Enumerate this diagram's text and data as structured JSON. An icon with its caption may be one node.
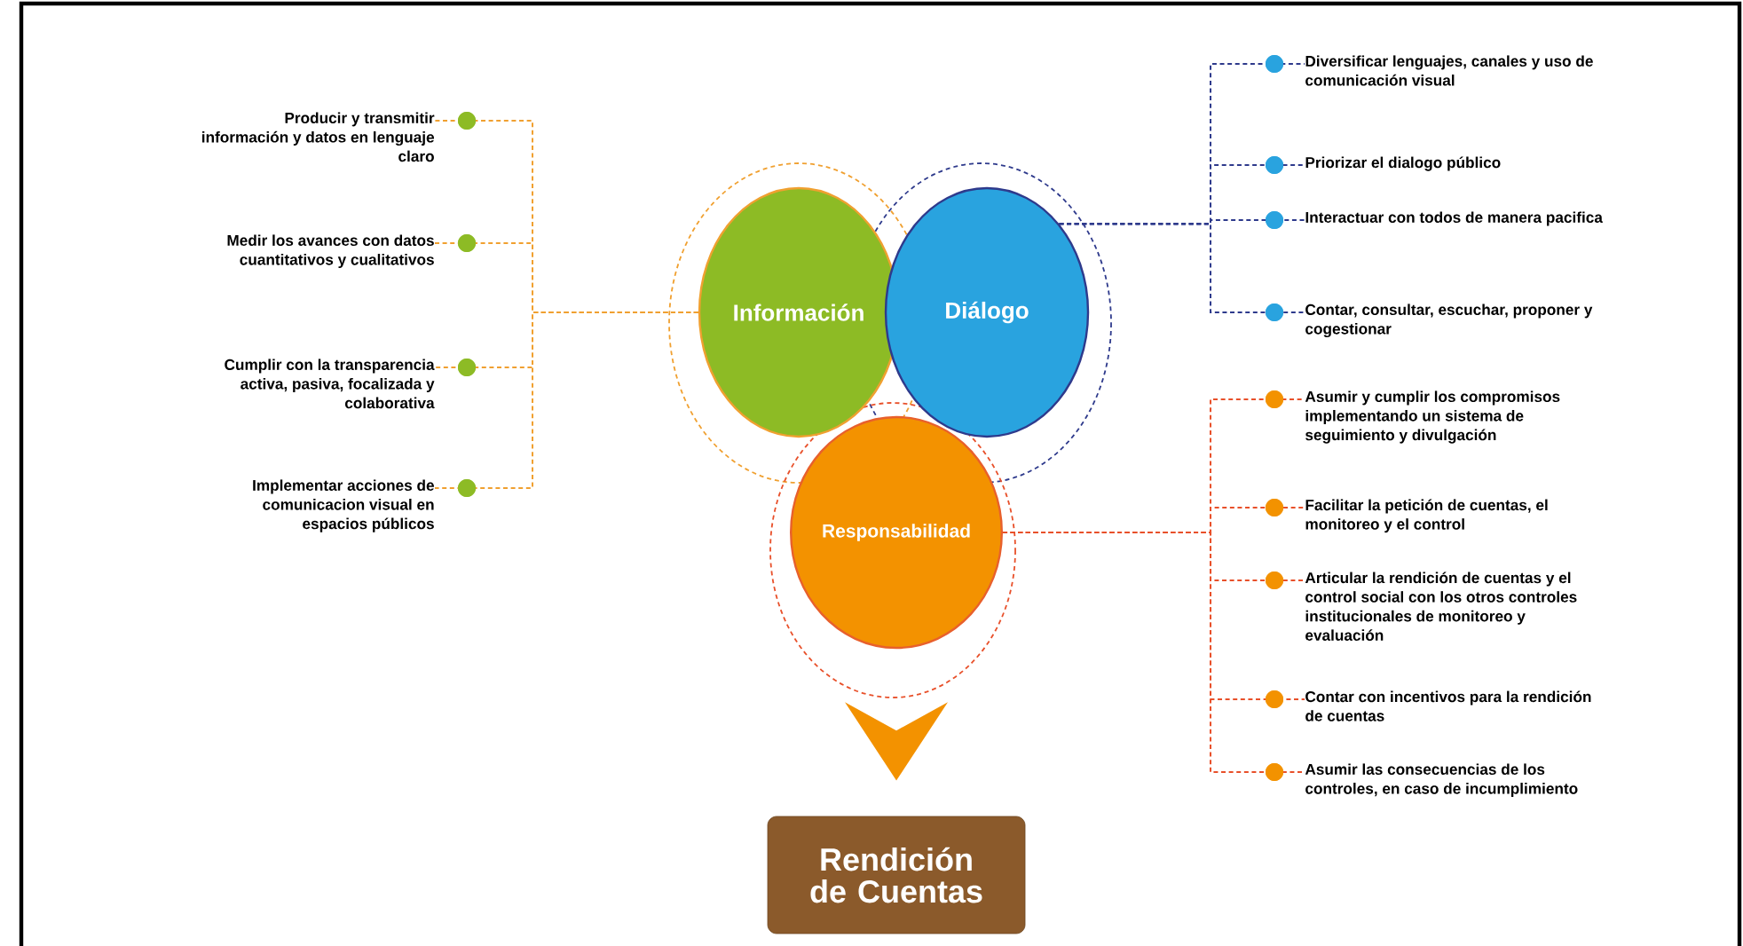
{
  "diagram": {
    "nodes": [
      {
        "text": [
          "Información"
        ]
      },
      {
        "text": [
          "Diálogo"
        ]
      },
      {
        "text": [
          "Responsabilidad"
        ]
      },
      {
        "text": [
          "Rendición de Cuentas"
        ]
      },
      {
        "text": [
          "Producir y transmitir información y datos en lenguaje claro"
        ]
      },
      {
        "text": [
          "Medir los avances con datos cuantitativos y cualitativos"
        ]
      },
      {
        "text": [
          "Cumplir con la transparencia activa, pasiva, focalizada y colaborativa"
        ]
      },
      {
        "text": [
          "Implementar acciones de comunicacion visual en espacios públicos"
        ]
      },
      {
        "text": [
          "Diversificar lenguajes, canales y uso de comunicación visual"
        ]
      },
      {
        "text": [
          "Priorizar el dialogo público"
        ]
      },
      {
        "text": [
          "Interactuar con todos de manera pacifica"
        ]
      },
      {
        "text": [
          "Contar, consultar, escuchar, proponer y cogestionar"
        ]
      },
      {
        "text": [
          "Asumir y cumplir los compromisos implementando un sistema de seguimiento y divulgación"
        ]
      },
      {
        "text": [
          "Facilitar la petición de cuentas, el monitoreo y el control"
        ]
      },
      {
        "text": [
          "Articular la rendición de cuentas y el control social con los otros controles institucionales de monitoreo y evaluación"
        ]
      },
      {
        "text": [
          "Contar con incentivos para la rendición de cuentas"
        ]
      },
      {
        "text": [
          "Asumir las consecuencias de los controles, en caso de incumplimiento"
        ]
      }
    ],
    "edges": [
      {
        "from": 0,
        "to": 4,
        "arrow": "none",
        "color": "#f0a030"
      },
      {
        "from": 0,
        "to": 5,
        "arrow": "none",
        "color": "#f0a030"
      },
      {
        "from": 0,
        "to": 6,
        "arrow": "none",
        "color": "#f0a030"
      },
      {
        "from": 0,
        "to": 7,
        "arrow": "none",
        "color": "#f0a030"
      },
      {
        "from": 1,
        "to": 8,
        "arrow": "none",
        "color": "#2e3a8c"
      },
      {
        "from": 1,
        "to": 9,
        "arrow": "none",
        "color": "#2e3a8c"
      },
      {
        "from": 1,
        "to": 10,
        "arrow": "none",
        "color": "#2e3a8c"
      },
      {
        "from": 1,
        "to": 11,
        "arrow": "none",
        "color": "#2e3a8c"
      },
      {
        "from": 2,
        "to": 12,
        "arrow": "none"
      },
      {
        "from": 2,
        "to": 13,
        "arrow": "none"
      },
      {
        "from": 2,
        "to": 14,
        "arrow": "none"
      },
      {
        "from": 2,
        "to": 15,
        "arrow": "none"
      },
      {
        "from": 2,
        "to": 16,
        "arrow": "none"
      },
      {
        "from": 2,
        "to": 3,
        "arrow": "to",
        "color": "#f39200"
      }
    ]
  }
}
